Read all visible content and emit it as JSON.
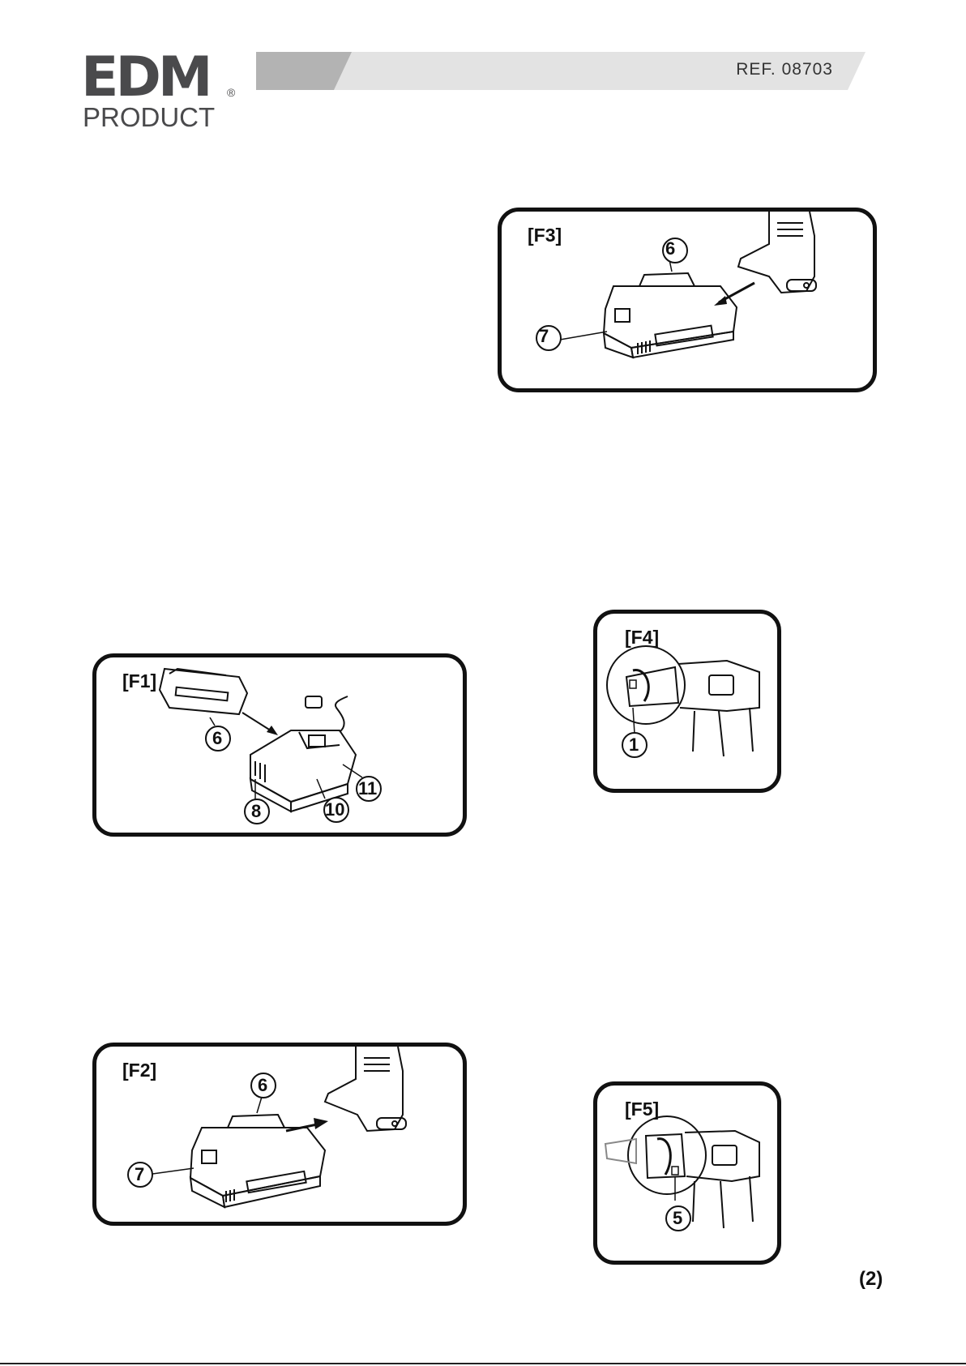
{
  "header": {
    "logo_main": "EDM",
    "logo_sub": "PRODUCT",
    "logo_reg": "®",
    "reference": "REF. 08703"
  },
  "figures": {
    "f1": {
      "label": "[F1]",
      "callouts": [
        "6",
        "8",
        "10",
        "11"
      ]
    },
    "f2": {
      "label": "[F2]",
      "callouts": [
        "6",
        "7"
      ]
    },
    "f3": {
      "label": "[F3]",
      "callouts": [
        "6",
        "7"
      ]
    },
    "f4": {
      "label": "[F4]",
      "callouts": [
        "1"
      ]
    },
    "f5": {
      "label": "[F5]",
      "callouts": [
        "5"
      ]
    }
  },
  "footer": {
    "page": "(2)"
  },
  "colors": {
    "logo": "#4a4a4c",
    "bar_dark": "#b3b3b3",
    "bar_light": "#e3e3e3",
    "outline": "#111111"
  }
}
